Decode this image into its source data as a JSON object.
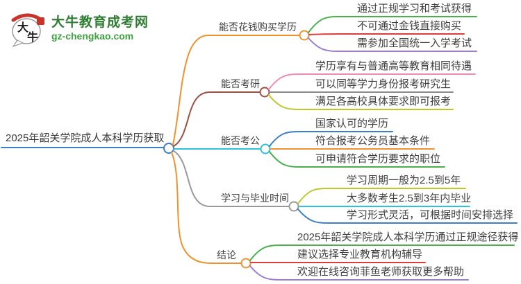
{
  "logo": {
    "icon_chars": [
      "大",
      "牛"
    ],
    "title": "大牛教育成考网",
    "domain": "gz-chengkao.com",
    "seal_color": "#c8342c",
    "title_color": "#2e7d32"
  },
  "root": {
    "label": "2025年韶关学院成人本科学历获取",
    "color": "#3b7dc8"
  },
  "branches": [
    {
      "label": "能否花钱购买学历",
      "color": "#f0922e",
      "children": [
        {
          "text": "通过正规学习和考试获得",
          "color": "#47b04b"
        },
        {
          "text": "不可通过金钱直接购买",
          "color": "#e03a3a"
        },
        {
          "text": "需参加全国统一入学考试",
          "color": "#9d7bd8"
        }
      ]
    },
    {
      "label": "能否考研",
      "color": "#9c5042",
      "children": [
        {
          "text": "学历享有与普通高等教育相同待遇",
          "color": "#f08ab4"
        },
        {
          "text": "可以同等学力身份报考研究生",
          "color": "#8a8a8a"
        },
        {
          "text": "满足各高校具体要求即可报考",
          "color": "#bdc62f"
        }
      ]
    },
    {
      "label": "能否考公",
      "color": "#2fc0dc",
      "children": [
        {
          "text": "国家认可的学历",
          "color": "#3b7dc8"
        },
        {
          "text": "符合报考公务员基本条件",
          "color": "#f0922e"
        },
        {
          "text": "可申请符合学历要求的职位",
          "color": "#47b04b"
        }
      ]
    },
    {
      "label": "学习与毕业时间",
      "color": "#999999",
      "children": [
        {
          "text": "学习周期一般为2.5到5年",
          "color": "#bdc62f"
        },
        {
          "text": "大多数考生2.5到3年内毕业",
          "color": "#2fc0dc"
        },
        {
          "text": "学习形式灵活，可根据时间安排选择",
          "color": "#3b7dc8"
        }
      ]
    },
    {
      "label": "结论",
      "color": "#f0922e",
      "children": [
        {
          "text": "2025年韶关学院成人本科学历通过正规途径获得",
          "color": "#47b04b"
        },
        {
          "text": "建议选择专业教育机构辅导",
          "color": "#e03a3a"
        },
        {
          "text": "欢迎在线咨询菲鱼老师获取更多帮助",
          "color": "#9d7bd8"
        }
      ]
    }
  ]
}
